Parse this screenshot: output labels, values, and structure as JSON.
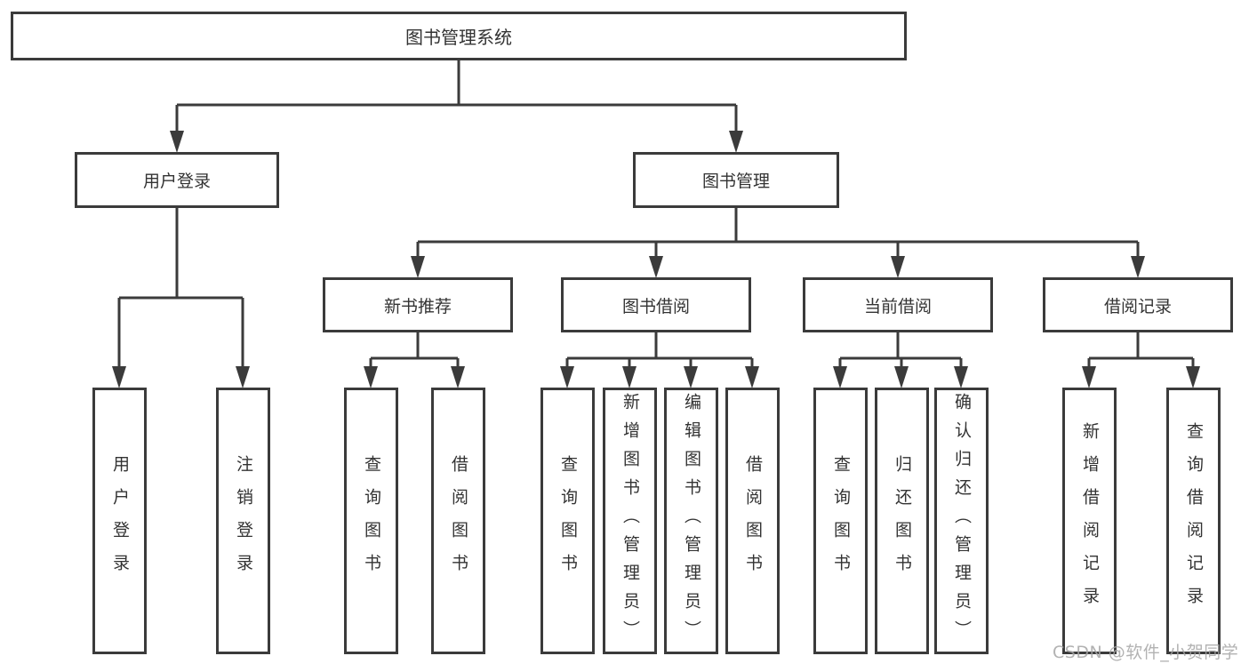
{
  "diagram": {
    "root": {
      "label": "图书管理系统"
    },
    "level2": [
      {
        "label": "用户登录"
      },
      {
        "label": "图书管理"
      }
    ],
    "level3": [
      {
        "label": "新书推荐",
        "parent": "图书管理"
      },
      {
        "label": "图书借阅",
        "parent": "图书管理"
      },
      {
        "label": "当前借阅",
        "parent": "图书管理"
      },
      {
        "label": "借阅记录",
        "parent": "图书管理"
      }
    ],
    "leaves": [
      {
        "label": "用户登录",
        "parent": "用户登录"
      },
      {
        "label": "注销登录",
        "parent": "用户登录"
      },
      {
        "label": "查询图书",
        "parent": "新书推荐"
      },
      {
        "label": "借阅图书",
        "parent": "新书推荐"
      },
      {
        "label": "查询图书",
        "parent": "图书借阅"
      },
      {
        "label": "新增图书（管理员）",
        "parent": "图书借阅"
      },
      {
        "label": "编辑图书（管理员）",
        "parent": "图书借阅"
      },
      {
        "label": "借阅图书",
        "parent": "图书借阅"
      },
      {
        "label": "查询图书",
        "parent": "当前借阅"
      },
      {
        "label": "归还图书",
        "parent": "当前借阅"
      },
      {
        "label": "确认归还（管理员）",
        "parent": "当前借阅"
      },
      {
        "label": "新增借阅记录",
        "parent": "借阅记录"
      },
      {
        "label": "查询借阅记录",
        "parent": "借阅记录"
      }
    ],
    "colors": {
      "line": "#3b3b3b",
      "text": "#333333",
      "box_background": "#ffffff"
    }
  },
  "watermark": {
    "text": "CSDN @软件_小贺同学",
    "color": "#a4a4a4"
  }
}
